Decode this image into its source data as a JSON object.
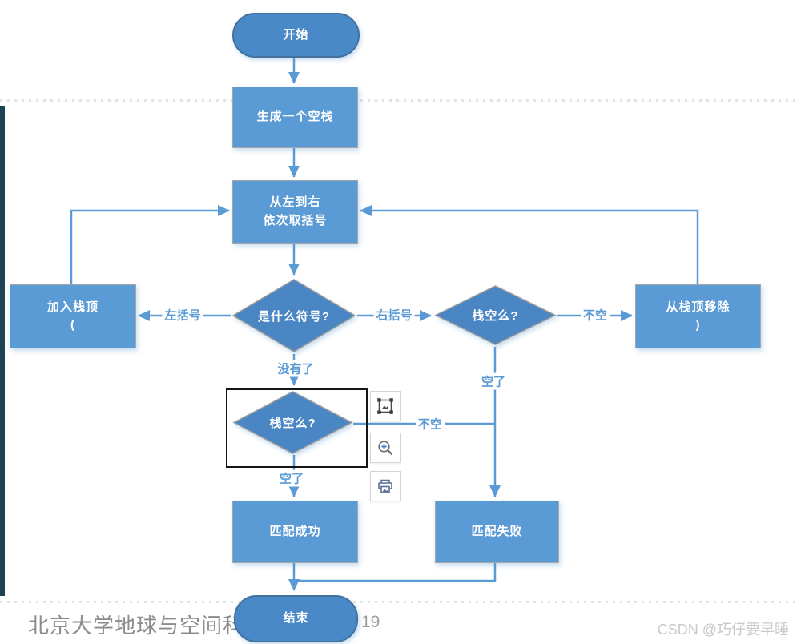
{
  "flowchart": {
    "nodes": {
      "start": {
        "label": "开始"
      },
      "create_stack": {
        "label": "生成一个空栈"
      },
      "scan": {
        "line1": "从左到右",
        "line2": "依次取括号"
      },
      "what_symbol": {
        "label": "是什么符号?"
      },
      "push_top": {
        "line1": "加入栈顶",
        "line2": "("
      },
      "stack_empty_right": {
        "label": "栈空么?"
      },
      "pop_top": {
        "line1": "从栈顶移除",
        "line2": ")"
      },
      "stack_empty_mid": {
        "label": "栈空么?"
      },
      "success": {
        "label": "匹配成功"
      },
      "fail": {
        "label": "匹配失败"
      },
      "end": {
        "label": "结束"
      }
    },
    "edge_labels": {
      "left_bracket": "左括号",
      "right_bracket": "右括号",
      "not_empty_top": "不空",
      "no_more": "没有了",
      "not_empty_mid": "不空",
      "empty_right": "空了",
      "empty_mid": "空了"
    }
  },
  "toolbar": {
    "buttons": [
      {
        "name": "image-select"
      },
      {
        "name": "zoom-in"
      },
      {
        "name": "print"
      }
    ]
  },
  "footer": {
    "affiliation": "北京大学地球与空间科学",
    "page_number": "19"
  },
  "watermark": {
    "text": "CSDN @巧仔要早睡"
  },
  "colors": {
    "process_fill": "#5b9bd5",
    "terminal_fill": "#4a89c8",
    "decision_fill": "#4a86c4",
    "shape_border": "#a6a6a6",
    "terminal_border": "#41719c",
    "connector": "#5b9bd5",
    "selection_border": "#151515",
    "sidebar_strip": "#1d4355",
    "footer_text": "#8b8b8b",
    "watermark_text": "#c9c9c9"
  }
}
